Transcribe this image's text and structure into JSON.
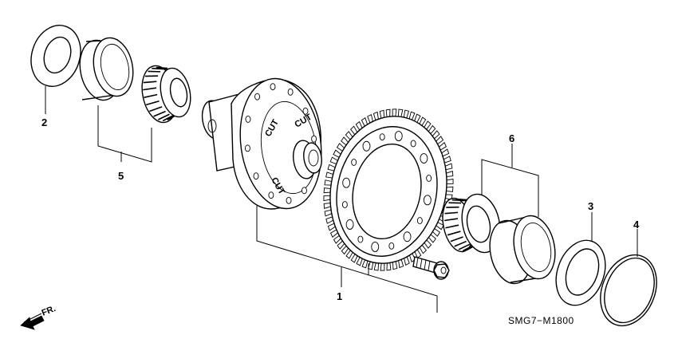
{
  "callouts": [
    {
      "id": "1",
      "label": "1"
    },
    {
      "id": "2",
      "label": "2"
    },
    {
      "id": "3",
      "label": "3"
    },
    {
      "id": "4",
      "label": "4"
    },
    {
      "id": "5",
      "label": "5"
    },
    {
      "id": "6",
      "label": "6"
    }
  ],
  "direction_label": "FR.",
  "diagram_code": "SMG7−M1800",
  "case_marks": [
    "CUT",
    "CUT",
    "CUT"
  ]
}
